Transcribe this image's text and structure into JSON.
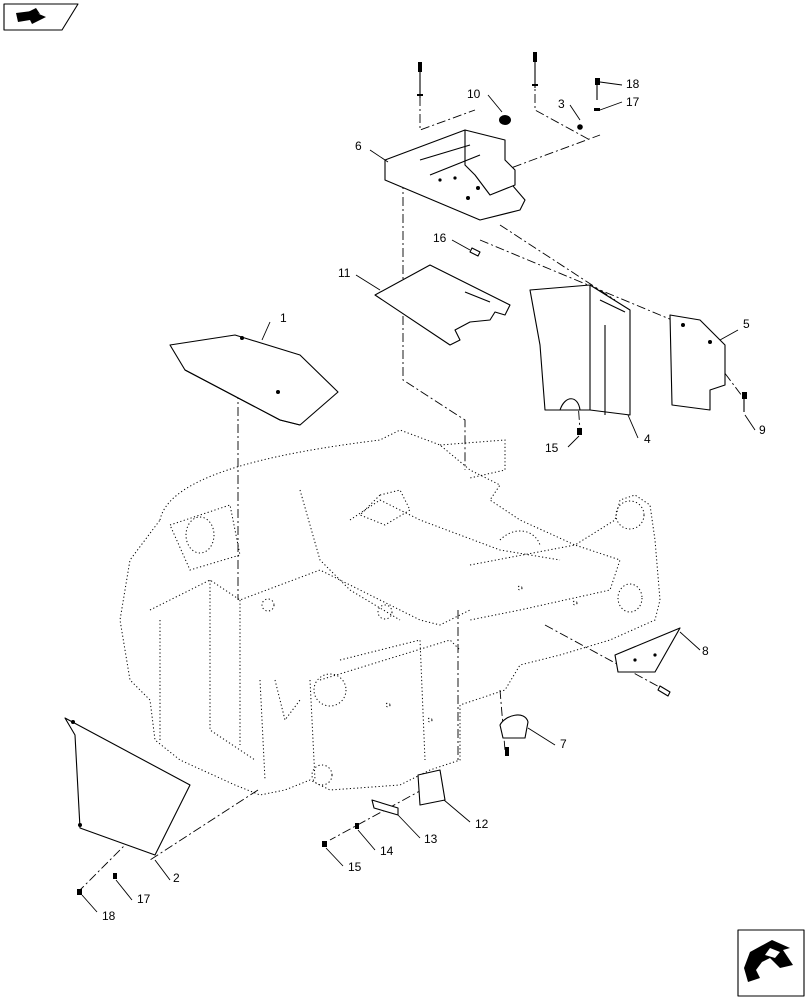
{
  "callouts": [
    {
      "id": "1",
      "text": "1"
    },
    {
      "id": "2",
      "text": "2"
    },
    {
      "id": "3",
      "text": "3"
    },
    {
      "id": "4",
      "text": "4"
    },
    {
      "id": "5",
      "text": "5"
    },
    {
      "id": "6",
      "text": "6"
    },
    {
      "id": "7",
      "text": "7"
    },
    {
      "id": "8",
      "text": "8"
    },
    {
      "id": "9",
      "text": "9"
    },
    {
      "id": "10",
      "text": "10"
    },
    {
      "id": "11",
      "text": "11"
    },
    {
      "id": "12",
      "text": "12"
    },
    {
      "id": "13",
      "text": "13"
    },
    {
      "id": "14",
      "text": "14"
    },
    {
      "id": "15a",
      "text": "15"
    },
    {
      "id": "15b",
      "text": "15"
    },
    {
      "id": "16",
      "text": "16"
    },
    {
      "id": "17a",
      "text": "17"
    },
    {
      "id": "17b",
      "text": "17"
    },
    {
      "id": "18a",
      "text": "18"
    },
    {
      "id": "18b",
      "text": "18"
    }
  ],
  "icons": {
    "top_left": "navigation-arrow-icon",
    "bottom_right": "next-page-arrow-icon"
  }
}
